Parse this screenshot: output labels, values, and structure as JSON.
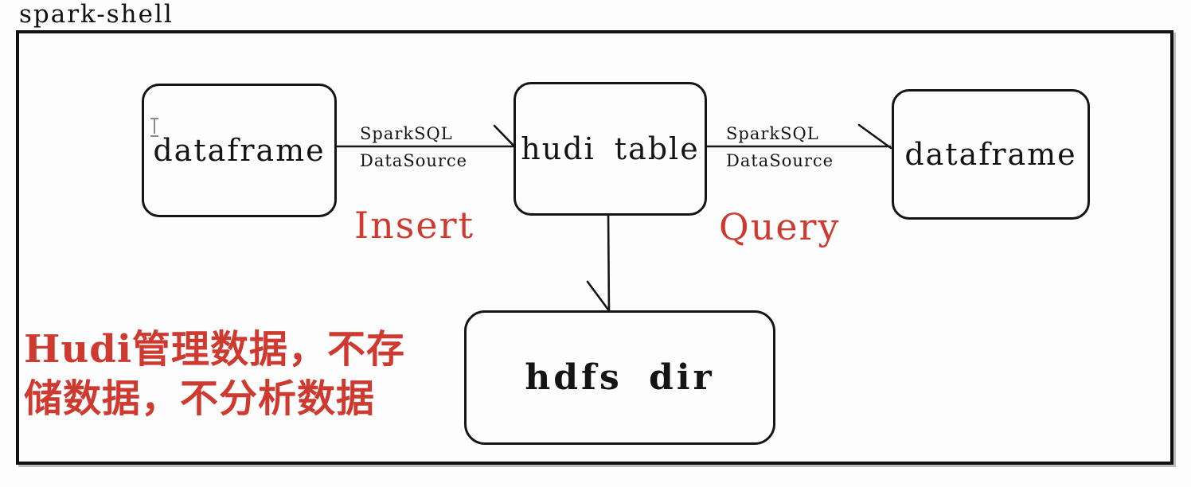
{
  "title": "spark-shell",
  "colors": {
    "accent_red": "#cf3a30",
    "line_black": "#151515",
    "background": "#fdfdfd"
  },
  "nodes": {
    "dataframe_left": "dataframe",
    "hudi_table": "hudi table",
    "dataframe_right": "dataframe",
    "hdfs_dir": "hdfs dir"
  },
  "edges": {
    "insert": {
      "label_top": "SparkSQL",
      "label_bottom": "DataSource",
      "action": "Insert"
    },
    "query": {
      "label_top": "SparkSQL",
      "label_bottom": "DataSource",
      "action": "Query"
    },
    "store": {
      "from": "hudi table",
      "to": "hdfs dir"
    }
  },
  "note": {
    "line1": "Hudi管理数据，不存",
    "line2": "储数据，不分析数据"
  }
}
